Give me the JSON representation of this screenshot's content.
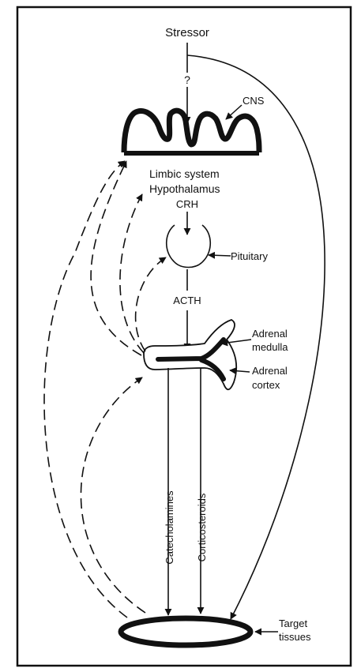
{
  "labels": {
    "stressor": "Stressor",
    "question": "?",
    "cns": "CNS",
    "limbic": "Limbic system",
    "hypothalamus": "Hypothalamus",
    "crh": "CRH",
    "pituitary": "Pituitary",
    "acth": "ACTH",
    "adrenal_medulla_line1": "Adrenal",
    "adrenal_medulla_line2": "medulla",
    "adrenal_cortex_line1": "Adrenal",
    "adrenal_cortex_line2": "cortex",
    "catecholamines": "Catecholamines",
    "corticosteroids": "Corticosteroids",
    "target_line1": "Target",
    "target_line2": "tissues"
  }
}
